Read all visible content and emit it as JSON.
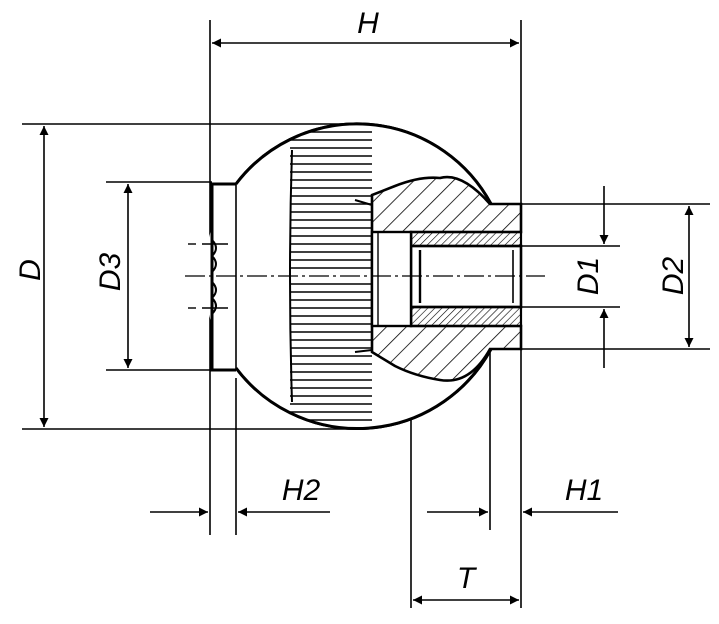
{
  "drawing": {
    "labels": {
      "H": "H",
      "D": "D",
      "D3": "D3",
      "D1": "D1",
      "D2": "D2",
      "H2": "H2",
      "H1": "H1",
      "T": "T"
    }
  }
}
